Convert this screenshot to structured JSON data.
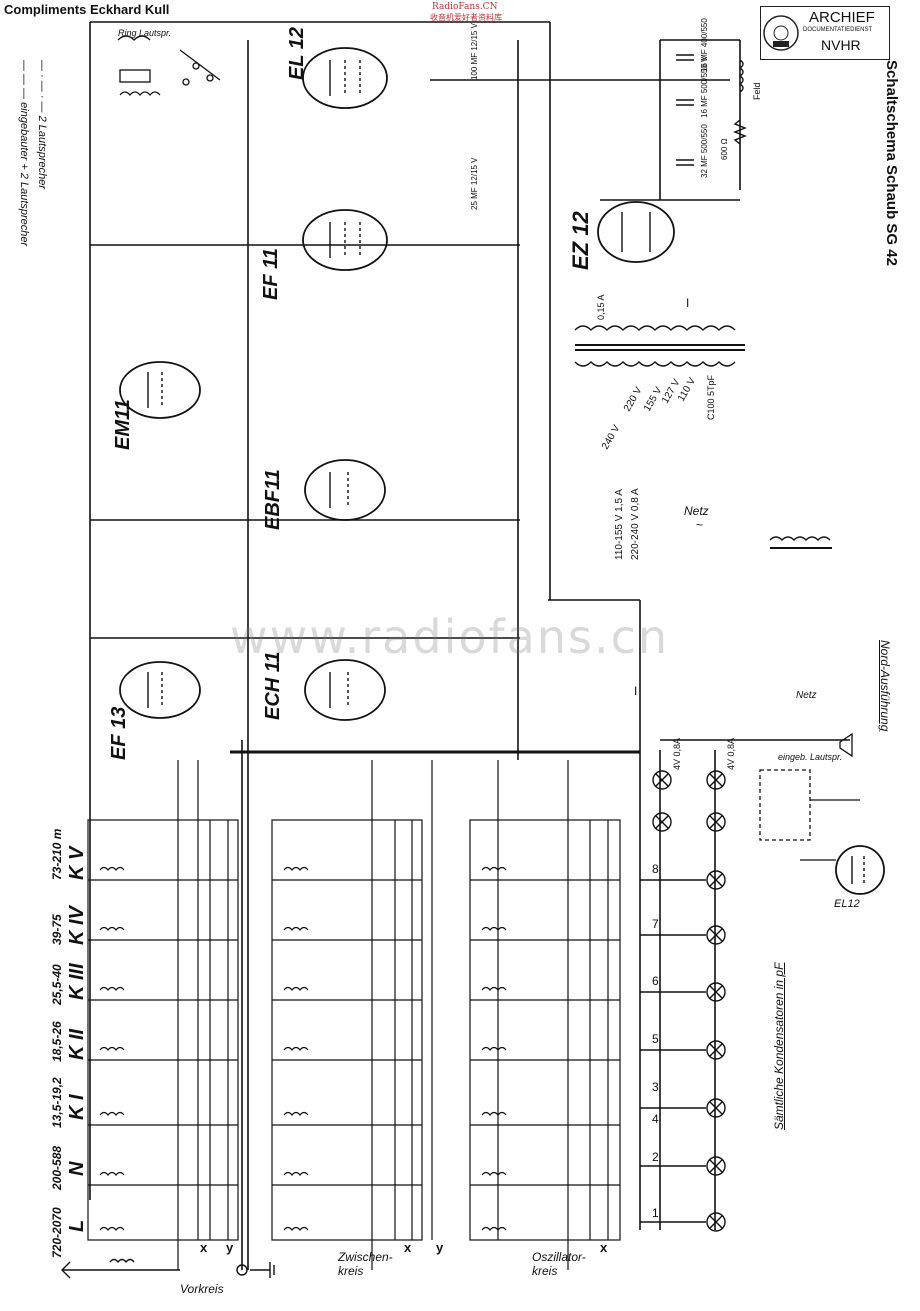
{
  "header": {
    "credit": "Compliments Eckhard Kull",
    "watermark_top": "RadioFans.CN",
    "watermark_top_sub": "收音机爱好者资料库",
    "watermark_center": "www.radiofans.cn"
  },
  "stamp": {
    "line1": "ARCHIEF",
    "line2": "DOCUMENTATIEDIENST",
    "line3": "NVHR"
  },
  "title": "Schaltschema Schaub SG 42",
  "legend": {
    "item1": "— — — eingebauter + 2 Lautsprecher",
    "item2": "— · — · — 2 Lautsprecher"
  },
  "tubes": {
    "el12": "EL 12",
    "ef11_top": "EF 11",
    "em11": "EM11",
    "ebf11": "EBF11",
    "ech11": "ECH 11",
    "ef13": "EF 13",
    "ez12": "EZ 12",
    "el12_nord": "EL12"
  },
  "bands": [
    {
      "range": "73-210 m",
      "name": "K V"
    },
    {
      "range": "39-75",
      "name": "K IV"
    },
    {
      "range": "25,5-40",
      "name": "K III"
    },
    {
      "range": "18,5-26",
      "name": "K II"
    },
    {
      "range": "13,5-19,2",
      "name": "K I"
    },
    {
      "range": "200-588",
      "name": "N"
    },
    {
      "range": "720-2070",
      "name": "L"
    }
  ],
  "sections": {
    "vorkreis": "Vorkreis",
    "zwischenkreis": "Zwischen-kreis",
    "oszillator": "Oszillator-kreis"
  },
  "labels": {
    "netz": "Netz",
    "netz_tilde": "~",
    "nord": "Nord-Ausführung",
    "kondensatoren": "Sämtliche Kondensatoren in pF",
    "voltages_a": "110-155 V  1,5 A",
    "voltages_b": "220-240 V  0,8 A",
    "eingeb_lautspr": "eingeb. Lautspr.",
    "ring_lautspr": "Ring Lautspr.",
    "feld": "Feld",
    "v240": "240 V",
    "v220": "220 V",
    "v155": "155 V",
    "v127": "127 V",
    "v110": "110 V",
    "fuse": "0,15 A",
    "i_mark": "I",
    "x": "x",
    "y": "y",
    "lamp_a": "4V 0,8A",
    "lamp_b": "4V 0,8A",
    "switch_nums": [
      "8",
      "7",
      "6",
      "5",
      "3",
      "4",
      "2",
      "1"
    ],
    "cap_16mf": "16 MF 400/550",
    "cap_16mf_b": "16 MF 500/550 V",
    "cap_32mf": "32 MF 500/550",
    "res_600": "600 Ω",
    "cap_100mf": "100 MF 12/15 V",
    "cap_25mf": "25 MF 12/15 V",
    "c100": "C100 5TpF"
  }
}
